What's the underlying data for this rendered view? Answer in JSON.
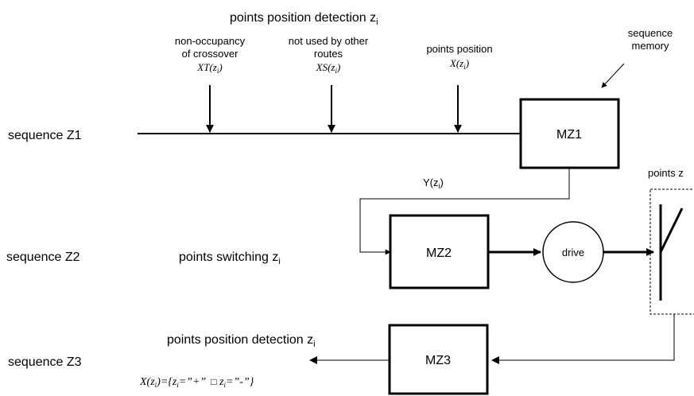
{
  "title": {
    "text": "points position detection z",
    "sub": "i"
  },
  "sequence_labels": {
    "z1": "sequence Z1",
    "z2": "sequence Z2",
    "z3": "sequence Z3"
  },
  "inputs": [
    {
      "label_line1": "non-occupancy",
      "label_line2": "of crossover",
      "formula": "XT(z",
      "formula_sub": "i",
      "formula_end": ")"
    },
    {
      "label_line1": "not used by other",
      "label_line2": "routes",
      "formula": "XS(z",
      "formula_sub": "i",
      "formula_end": ")"
    },
    {
      "label_line1": "points position",
      "formula": "X(z",
      "formula_sub": "i",
      "formula_end": ")"
    }
  ],
  "memory_callout": {
    "line1": "sequence",
    "line2": "memory"
  },
  "boxes": {
    "mz1": "MZ1",
    "mz2": "MZ2",
    "mz3": "MZ3"
  },
  "drive": "drive",
  "y_label": {
    "text": "Y(z",
    "sub": "i",
    "end": ")"
  },
  "points_label": "points z",
  "switching": {
    "text": "points switching z",
    "sub": "i"
  },
  "detection_z3": {
    "text": "points position detection z",
    "sub": "i"
  },
  "result_formula": {
    "p1": "X(z",
    "p1_sub": "i",
    "p2": ")={z",
    "p2_sub": "i",
    "p3": "=”+”",
    "p3_sep": "□",
    "p4": " z",
    "p4_sub": "i",
    "p5": "=”-”}"
  }
}
